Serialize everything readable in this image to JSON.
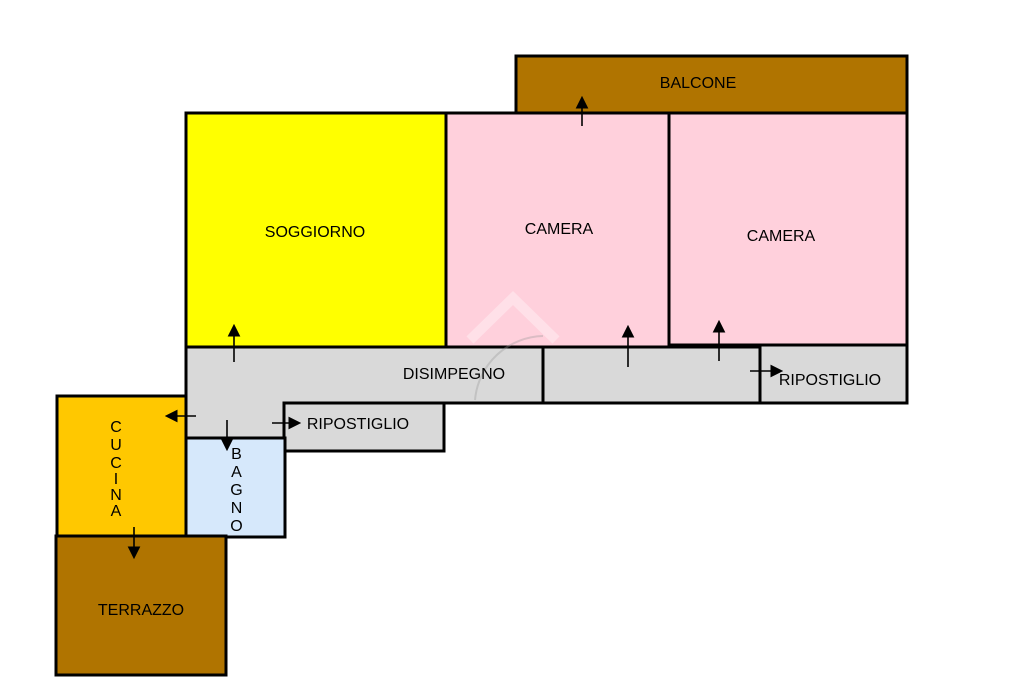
{
  "rooms": {
    "balcone": {
      "label": "BALCONE",
      "color": "#b07400"
    },
    "soggiorno": {
      "label": "SOGGIORNO",
      "color": "#ffff00"
    },
    "camera1": {
      "label": "CAMERA",
      "color": "#ffd0dc"
    },
    "camera2": {
      "label": "CAMERA",
      "color": "#ffd0dc"
    },
    "disimpegno": {
      "label": "DISIMPEGNO",
      "color": "#d9d9d9"
    },
    "ripostiglio_right": {
      "label": "RIPOSTIGLIO",
      "color": "#d9d9d9"
    },
    "ripostiglio_left": {
      "label": "RIPOSTIGLIO",
      "color": "#d9d9d9"
    },
    "cucina": {
      "label": "CUCINA",
      "letters": [
        "C",
        "U",
        "C",
        "I",
        "N",
        "A"
      ],
      "color": "#ffc800"
    },
    "bagno": {
      "label": "BAGNO",
      "letters": [
        "B",
        "A",
        "G",
        "N",
        "O"
      ],
      "color": "#d6e8fb"
    },
    "terrazzo": {
      "label": "TERRAZZO",
      "color": "#b07400"
    }
  }
}
